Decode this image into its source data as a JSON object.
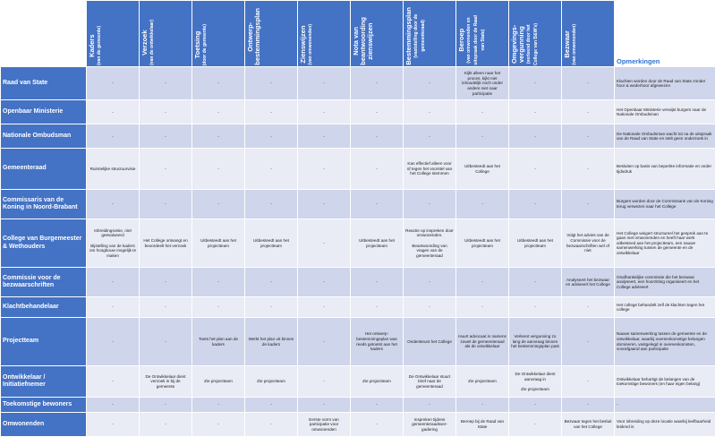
{
  "columns": [
    {
      "title": "Kaders",
      "sub": "(van de gemeente)"
    },
    {
      "title": "Verzoek",
      "sub": "(van de ontwikkelaar)"
    },
    {
      "title": "Toetsing",
      "sub": "(door de gemeente)"
    },
    {
      "title": "Ontwerp-",
      "title2": "bestemmingsplan"
    },
    {
      "title": "Zienswijzen",
      "sub": "(van omwonenden)"
    },
    {
      "title": "Nota van",
      "title2": "beantwoording",
      "title3": "zienswijzen"
    },
    {
      "title": "Bestemmingsplan",
      "sub": "(vaststelling door de",
      "sub2": "gemeenteraad)"
    },
    {
      "title": "Beroep",
      "sub": "(van omwonenden en",
      "sub2": "uitspraak door de Raad",
      "sub3": "van State)"
    },
    {
      "title": "Omgevings-",
      "title2": "vergunning",
      "sub": "(verleend door het",
      "sub2": "College van B&W's)"
    },
    {
      "title": "Bezwaar",
      "sub": "(van omwonenden)"
    }
  ],
  "remarks_header": "Opmerkingen",
  "rows": [
    {
      "label": "Raad van State",
      "cells": [
        "-",
        "-",
        "-",
        "-",
        "-",
        "-",
        "-",
        "Kijkt alleen naar het proces, kijkt niet inhoudelijk noch onder andere niet naar participatie",
        "-",
        "-"
      ],
      "remark": "Klachten worden door de Raad van State zonder hoor & wederhoor afgewezen"
    },
    {
      "label": "Openbaar Ministerie",
      "cells": [
        "-",
        "-",
        "-",
        "-",
        "-",
        "-",
        "-",
        "-",
        "-",
        "-"
      ],
      "remark": "Het Openbaar Ministerie verwijst burgers naar de Nationale Ombudsman"
    },
    {
      "label": "Nationale Ombudsman",
      "cells": [
        "-",
        "-",
        "-",
        "-",
        "-",
        "-",
        "-",
        "-",
        "-",
        "-"
      ],
      "remark": "De Nationale Ombudsman wacht tot na de uitspraak van de Raad van State en stelt geen onderzoek in"
    },
    {
      "label": "Gemeenteraad",
      "cells": [
        "Ruimtelijke structuurvisie",
        "-",
        "-",
        "-",
        "-",
        "-",
        "Kan effectief alleen voor of tegen het voorstel van het College stemmen",
        "Uitbesteedt aan het College",
        "-",
        "-"
      ],
      "remark": "Besluiten op basis van beperkte informatie en onder tijdsdruk"
    },
    {
      "label": "Commissaris van de Koning in Noord-Brabant",
      "cells": [
        "-",
        "-",
        "-",
        "-",
        "-",
        "-",
        "-",
        "-",
        "-",
        "-"
      ],
      "remark": "Burgers worden door de Commissaris van de Koning terug verwezen naar het College"
    },
    {
      "label": "College van Burgemeester & Wethouders",
      "cells": [
        "Inbreidingsvisie, niet geëvalueerd|Bijstelling van de kaders om hoogbouw mogelijk te maken",
        "Het College ontvangt en beoordeelt het verzoek",
        "Uitbesteedt aan het projectteam",
        "Uitbesteedt aan het projectteam",
        "-",
        "Uitbesteedt aan het projectteam",
        "Reactie op inspreken door omwonenden.|Beantwoording van vragen van de gemeenteraad",
        "Uitbesteedt aan het projectteam",
        "Uitbesteedt aan het projectteam",
        "Volgt het advies van de Commissie voor de bezwaarschriften wel of niet"
      ],
      "remark": "Het College weigert structureel het gesprek aan te gaan met omwonenden en heeft haar werk uitbesteed aan het projectteam, een nauwe samenwerking tussen de gemeente en de ontwikkelaar"
    },
    {
      "label": "Commissie voor de bezwaarschriften",
      "cells": [
        "-",
        "-",
        "-",
        "-",
        "-",
        "-",
        "-",
        "-",
        "-",
        "Analyseert het bezwaar en adviseert het College"
      ],
      "remark": "Onafhankelijke commissie die het bezwaar analyseert, een hoorzitting organiseert en het College adviseert"
    },
    {
      "label": "Klachtbehandelaar",
      "cells": [
        "-",
        "-",
        "-",
        "-",
        "-",
        "-",
        "-",
        "-",
        "-",
        "-"
      ],
      "remark": "Het college behandelt zelf de klachten tegen het college"
    },
    {
      "label": "Projectteam",
      "cells": [
        "-",
        "-",
        "Toets het plan aan de kaders",
        "Werkt het plan uit binnen de kaders",
        "-",
        "Het ontwerp-bestemmingsplan was reeds getoetst aan het kaders",
        "Ondersteunt het College",
        "Huurt advocaat in namens zowel de gemeenteraad als de ontwikkelaar",
        "Verleent vergunning zo lang de aanvraag binnen het bestemmingsplan past",
        "-"
      ],
      "remark": "Nauwe samenwerking tussen de gemeente en de ontwikkelaar, waarbij overeenkomstige belangen domineren, vastgelegd in overeenkomsten, voorafgaand aan participatie"
    },
    {
      "label": "Ontwikkelaar / Initiatiefnemer",
      "cells": [
        "-",
        "De Ontwikkelaar dient verzoek in bij de gemeente",
        "Zie projectteam",
        "Zie projectteam",
        "-",
        "Zie projectteam",
        "De Ontwikkelaar stuurt brief naar de gemeenteraad",
        "Zie projectteam",
        "De Ontwikkelaar dient aanvraag in|Zie projectteam",
        "-"
      ],
      "remark": "Ontwikkelaar behartigt de belangen van de toekomstige bewoners (en haar eigen belang)"
    },
    {
      "label": "Toekomstige bewoners",
      "cells": [
        "-",
        "-",
        "-",
        "-",
        "-",
        "-",
        "-",
        "-",
        "-",
        "-"
      ],
      "remark": "-"
    },
    {
      "label": "Omwonenden",
      "cells": [
        "-",
        "-",
        "-",
        "-",
        "Eerste vorm van participatie voor omwonenden",
        "-",
        "Inspreken tijdens gemeenteraadsver-gadering",
        "Beroep bij de Raad van State",
        "-",
        "Bezwaar tegen het besluit van het College"
      ],
      "remark": "Voor inbreiding op deze locatie waarbij leefbaarheid leidend is"
    }
  ]
}
